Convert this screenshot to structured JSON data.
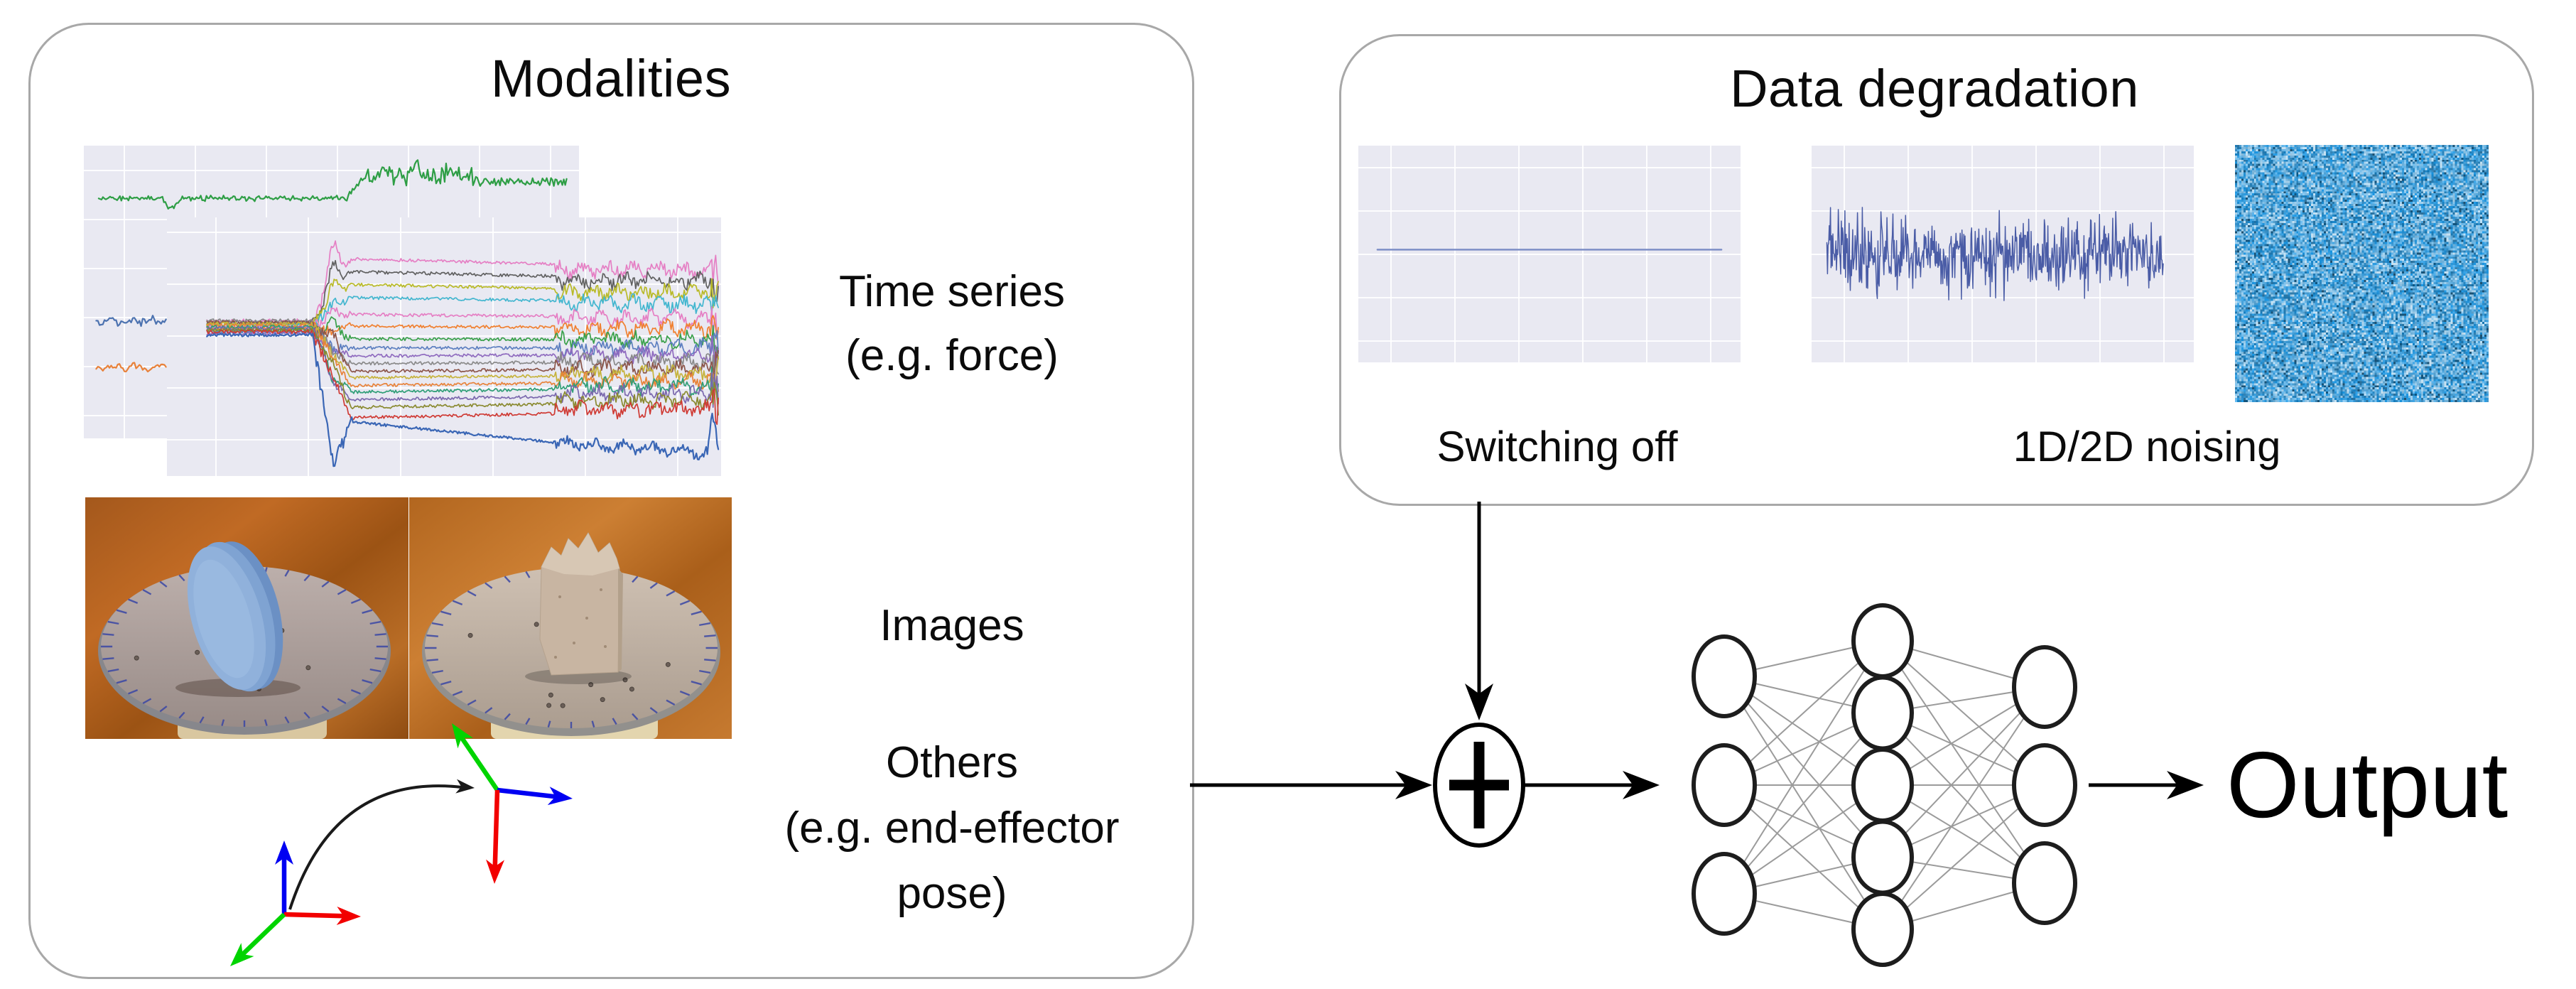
{
  "figure": {
    "modalities": {
      "title": "Modalities",
      "labels": {
        "time_series": [
          "Time series",
          "(e.g. force)"
        ],
        "images": [
          "Images"
        ],
        "others": [
          "Others",
          "(e.g. end-effector",
          "pose)"
        ]
      }
    },
    "degradation": {
      "title": "Data degradation",
      "switching_off_label": "Switching off",
      "noising_label": "1D/2D noising"
    },
    "combiner_symbol": "+",
    "output_label": "Output"
  },
  "network": {
    "layers": [
      {
        "name": "input",
        "nodes": 3
      },
      {
        "name": "hidden",
        "nodes": 5
      },
      {
        "name": "output",
        "nodes": 3
      }
    ]
  },
  "colors": {
    "box_border": "#a8a8a8",
    "plot_background": "#e9e9f2",
    "arrow": "#000000",
    "nn_edge": "#9b9b9b",
    "frame_axis_red": "#f20000",
    "frame_axis_green": "#00d400",
    "frame_axis_blue": "#0000f2",
    "noise2d_base": "#4da0d4"
  },
  "chart_data": [
    {
      "id": "modality-timeseries-back",
      "type": "line",
      "title": "",
      "xlabel": "",
      "ylabel": "",
      "grid": true,
      "legend": false,
      "series": [
        {
          "name": "force-signal",
          "color": "#2e9e45",
          "pattern": "flat-noisy-then-burst",
          "baseline_pct": 18,
          "burst_level_pct": 10,
          "burst_start_frac": 0.53
        },
        {
          "name": "aux-blue",
          "color": "#4c72b0",
          "pattern": "short-noisy-segment",
          "baseline_pct": 60
        },
        {
          "name": "aux-orange",
          "color": "#e8813a",
          "pattern": "short-noisy-segment",
          "baseline_pct": 75.5
        }
      ]
    },
    {
      "id": "modality-timeseries-front",
      "type": "line",
      "title": "",
      "grid": true,
      "legend": false,
      "main_series": {
        "name": "main-blue",
        "color": "#3a66b5",
        "pattern": "dive-then-slow-descent",
        "dive_level_pct": 95,
        "end_level_pct": 91
      },
      "series": [
        {
          "color": "#e57fc4",
          "level_pct": 16
        },
        {
          "color": "#606060",
          "level_pct": 21
        },
        {
          "color": "#b9ba28",
          "level_pct": 26
        },
        {
          "color": "#43b6cf",
          "level_pct": 31
        },
        {
          "color": "#e57fc4",
          "level_pct": 37.5
        },
        {
          "color": "#f08030",
          "level_pct": 42
        },
        {
          "color": "#39a04a",
          "level_pct": 47
        },
        {
          "color": "#5d7fc0",
          "level_pct": 50.5
        },
        {
          "color": "#8f6bbf",
          "level_pct": 53.5
        },
        {
          "color": "#8a8a8a",
          "level_pct": 56.5
        },
        {
          "color": "#8c564b",
          "level_pct": 59.5
        },
        {
          "color": "#c6b33c",
          "level_pct": 62
        },
        {
          "color": "#e8833a",
          "level_pct": 65
        },
        {
          "color": "#2f9e77",
          "level_pct": 67.5
        },
        {
          "color": "#7b68ae",
          "level_pct": 70.5
        },
        {
          "color": "#8a8a30",
          "level_pct": 73.5
        },
        {
          "color": "#cf3a34",
          "level_pct": 77.5
        }
      ],
      "bundle_zone_frac": [
        0.07,
        0.262
      ],
      "spike_cluster_frac": [
        0.262,
        0.332
      ],
      "wiggle_zone_frac": [
        0.7,
        1.0
      ]
    },
    {
      "id": "degradation-switch-off",
      "type": "line",
      "grid": true,
      "series": [
        {
          "name": "switched-off-signal",
          "color": "#7e8fc7",
          "pattern": "constant-flat",
          "level_pct": 48
        }
      ]
    },
    {
      "id": "degradation-1d-noise",
      "type": "line",
      "grid": true,
      "series": [
        {
          "name": "noised-signal",
          "color": "#4a5ca6",
          "pattern": "gaussian-noise",
          "center_pct": 50,
          "amplitude_pct": 30
        }
      ]
    },
    {
      "id": "degradation-2d-noise",
      "type": "heatmap",
      "description": "random blue pixel noise image",
      "base_color": "#4da0d4"
    }
  ]
}
